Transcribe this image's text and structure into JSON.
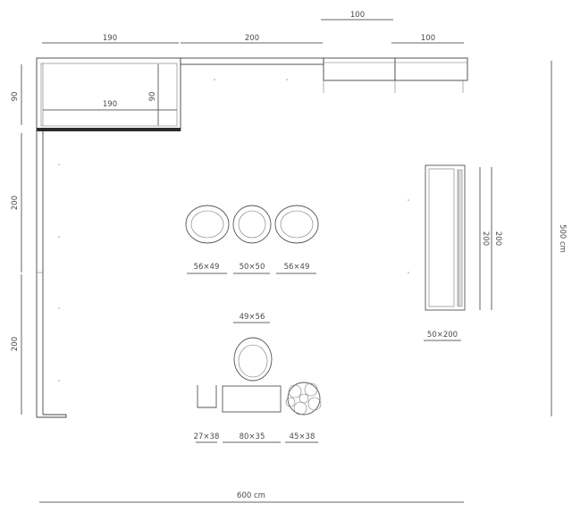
{
  "plan": {
    "dimensions": {
      "top_left_width": "190",
      "top_mid_width": "200",
      "top_right_upper": "100",
      "top_right_lower": "100",
      "left_top": "90",
      "inner_width": "190",
      "inner_height": "90",
      "left_mid": "200",
      "left_bottom": "200",
      "right_total": "500 cm",
      "bottom_total": "600 cm",
      "wardrobe_h1": "200",
      "wardrobe_h2": "200",
      "wardrobe_size": "50×200",
      "chair_left": "56×49",
      "chair_mid": "50×50",
      "chair_right": "56×49",
      "chair_lower": "49×56",
      "item_a": "27×38",
      "item_b": "80×35",
      "item_c": "45×38"
    }
  }
}
